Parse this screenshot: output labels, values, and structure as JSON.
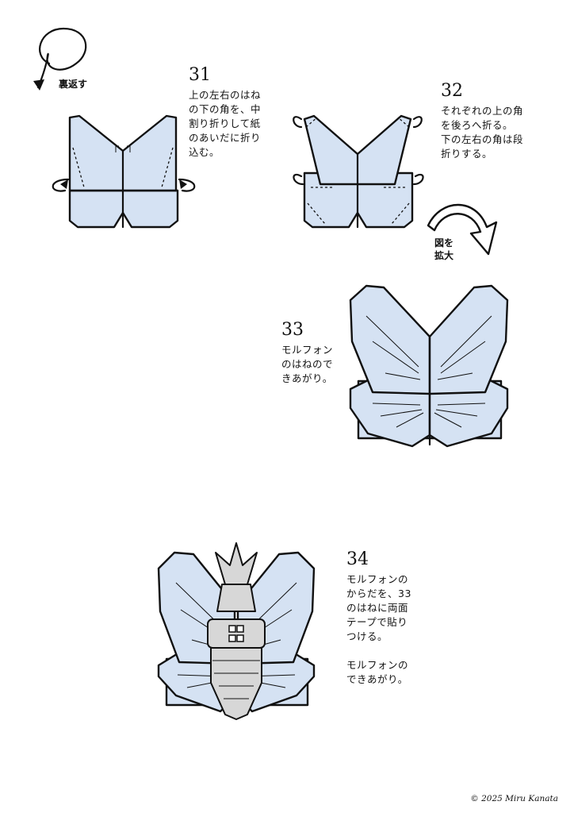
{
  "steps": [
    {
      "number": "31",
      "text": "上の左右のはね\nの下の角を、中\n割り折りして紙\nのあいだに折り\n込む。"
    },
    {
      "number": "32",
      "text": "それぞれの上の角\nを後ろへ折る。\n下の左右の角は段\n折りする。"
    },
    {
      "number": "33",
      "text": "モルフォン\nのはねので\nきあがり。"
    },
    {
      "number": "34",
      "text": "モルフォンの\nからだを、33\nのはねに両面\nテープで貼り\nつける。\n\nモルフォンの\nできあがり。"
    }
  ],
  "notes": {
    "turn_over": "裏返す",
    "enlarge": "図を\n拡大"
  },
  "copyright": "© 2025 Miru Kanata",
  "colors": {
    "paper": "#d5e2f3",
    "body": "#d7d7d7",
    "line": "#111111"
  },
  "icons": [
    "turn-over-arrow-icon",
    "enlarge-arrow-icon",
    "inside-reverse-fold-arrow-icon"
  ]
}
